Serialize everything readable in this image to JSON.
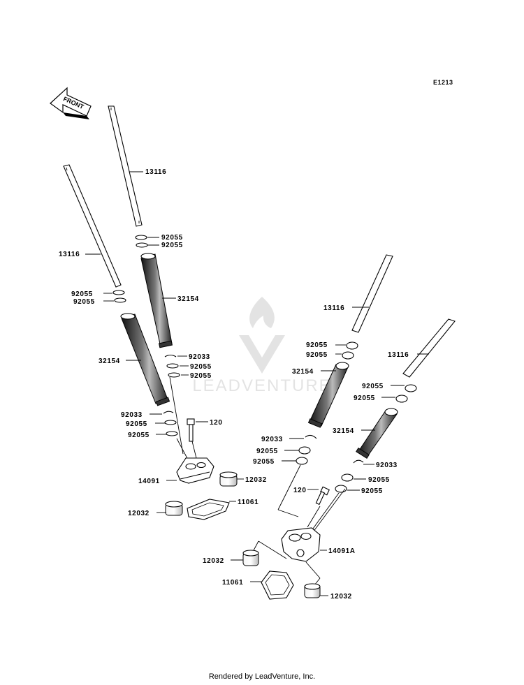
{
  "diagram_code": "E1213",
  "front_label": "FRONT",
  "watermark_text": "LEADVENTURE",
  "footer": "Rendered by LeadVenture, Inc.",
  "labels": {
    "l1": "13116",
    "l2": "92055",
    "l3": "92055",
    "l4": "13116",
    "l5": "92055",
    "l6": "92055",
    "l7": "32154",
    "l8": "32154",
    "l9": "92033",
    "l10": "92055",
    "l11": "92055",
    "l12": "92033",
    "l13": "92055",
    "l14": "92055",
    "l15": "120",
    "l16": "14091",
    "l17": "12032",
    "l18": "11061",
    "l19": "12032",
    "l20": "13116",
    "l21": "92055",
    "l22": "92055",
    "l23": "13116",
    "l24": "32154",
    "l25": "92055",
    "l26": "92055",
    "l27": "92033",
    "l28": "92055",
    "l29": "92055",
    "l30": "32154",
    "l31": "92033",
    "l32": "120",
    "l33": "92055",
    "l34": "92055",
    "l35": "14091A",
    "l36": "12032",
    "l37": "11061",
    "l38": "12032"
  }
}
